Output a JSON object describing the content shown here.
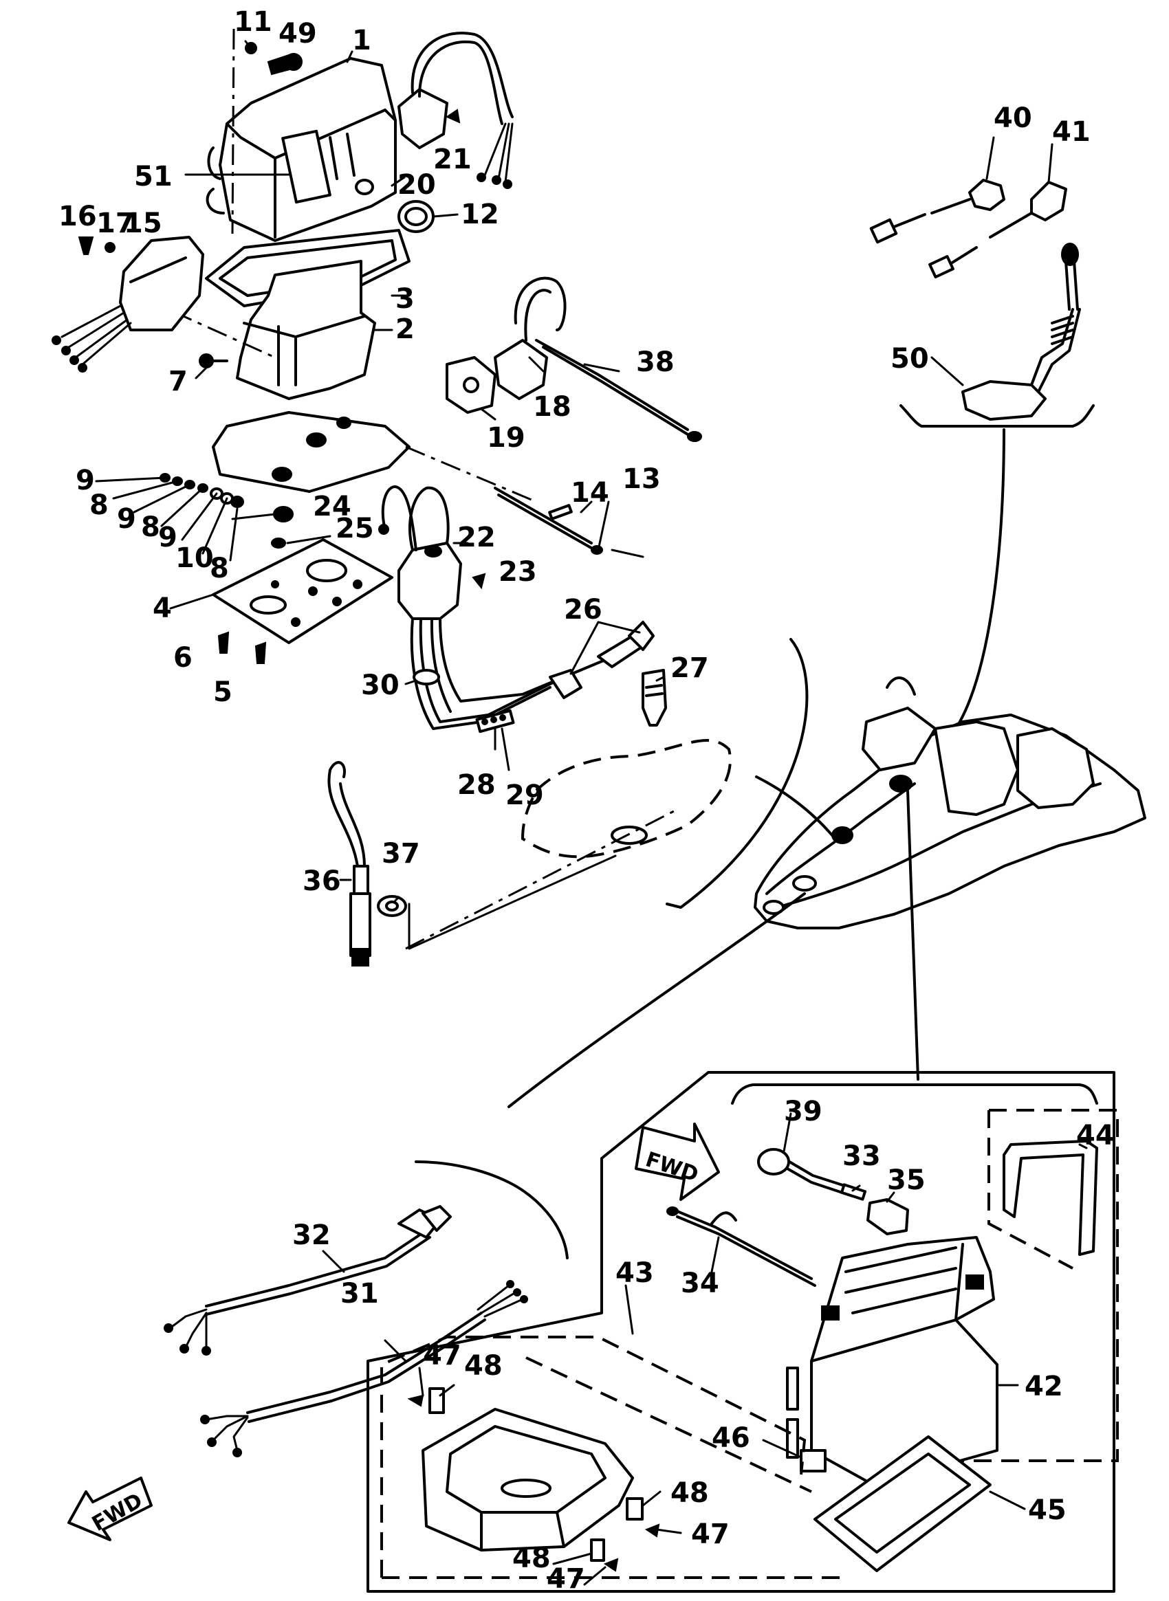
{
  "diagram": {
    "part_numbers": [
      "1",
      "2",
      "3",
      "4",
      "5",
      "6",
      "7",
      "8",
      "9",
      "10",
      "11",
      "12",
      "13",
      "14",
      "15",
      "16",
      "17",
      "18",
      "19",
      "20",
      "21",
      "22",
      "23",
      "24",
      "25",
      "26",
      "27",
      "28",
      "29",
      "30",
      "31",
      "32",
      "33",
      "34",
      "35",
      "36",
      "37",
      "38",
      "39",
      "40",
      "41",
      "42",
      "43",
      "44",
      "45",
      "46",
      "47",
      "48",
      "49",
      "50",
      "51"
    ],
    "callouts": {
      "c11": "11",
      "c49": "49",
      "c1": "1",
      "c51": "51",
      "c20": "20",
      "c21": "21",
      "c12": "12",
      "c16": "16",
      "c17": "17",
      "c15": "15",
      "c3": "3",
      "c2": "2",
      "c7": "7",
      "c9a": "9",
      "c8a": "8",
      "c9b": "9",
      "c8b": "8",
      "c9c": "9",
      "c10": "10",
      "c8c": "8",
      "c24": "24",
      "c25": "25",
      "c22": "22",
      "c23": "23",
      "c4": "4",
      "c6": "6",
      "c5": "5",
      "c18": "18",
      "c19": "19",
      "c38": "38",
      "c14": "14",
      "c13": "13",
      "c26": "26",
      "c27": "27",
      "c30": "30",
      "c28": "28",
      "c29": "29",
      "c36": "36",
      "c37": "37",
      "c40": "40",
      "c41": "41",
      "c50": "50",
      "c39": "39",
      "c33": "33",
      "c35": "35",
      "c44": "44",
      "c34": "34",
      "c43": "43",
      "c32": "32",
      "c31": "31",
      "c47a": "47",
      "c48a": "48",
      "c42": "42",
      "c46": "46",
      "c48b": "48",
      "c47b": "47",
      "c48c": "48",
      "c47c": "47",
      "c45": "45"
    },
    "fwd_arrows": {
      "arrow1": "FWD",
      "arrow2": "FWD"
    }
  }
}
